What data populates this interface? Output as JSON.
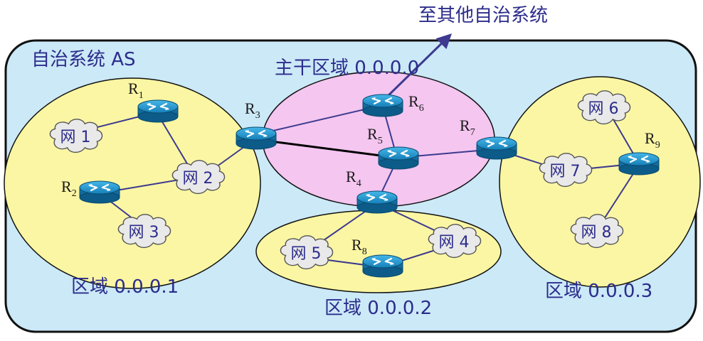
{
  "diagram": {
    "external_label": "至其他自治系统",
    "as_label": "自治系统 AS",
    "backbone_label": "主干区域 0.0.0.0",
    "area1_label": "区域 0.0.0.1",
    "area2_label": "区域 0.0.0.2",
    "area3_label": "区域 0.0.0.3",
    "routers": [
      {
        "id": "R1",
        "name": "R",
        "sub": "1"
      },
      {
        "id": "R2",
        "name": "R",
        "sub": "2"
      },
      {
        "id": "R3",
        "name": "R",
        "sub": "3"
      },
      {
        "id": "R4",
        "name": "R",
        "sub": "4"
      },
      {
        "id": "R5",
        "name": "R",
        "sub": "5"
      },
      {
        "id": "R6",
        "name": "R",
        "sub": "6"
      },
      {
        "id": "R7",
        "name": "R",
        "sub": "7"
      },
      {
        "id": "R8",
        "name": "R",
        "sub": "8"
      },
      {
        "id": "R9",
        "name": "R",
        "sub": "9"
      }
    ],
    "networks": [
      {
        "id": "N1",
        "label": "网 1"
      },
      {
        "id": "N2",
        "label": "网 2"
      },
      {
        "id": "N3",
        "label": "网 3"
      },
      {
        "id": "N4",
        "label": "网 4"
      },
      {
        "id": "N5",
        "label": "网 5"
      },
      {
        "id": "N6",
        "label": "网 6"
      },
      {
        "id": "N7",
        "label": "网 7"
      },
      {
        "id": "N8",
        "label": "网 8"
      }
    ],
    "colors": {
      "as_fill": "#cbe9f7",
      "area_fill": "#fbf6a3",
      "backbone_fill": "#f4c6f0",
      "router": "#1e8dc2",
      "link": "#3d3a8f",
      "label": "#2c2c8c"
    }
  }
}
